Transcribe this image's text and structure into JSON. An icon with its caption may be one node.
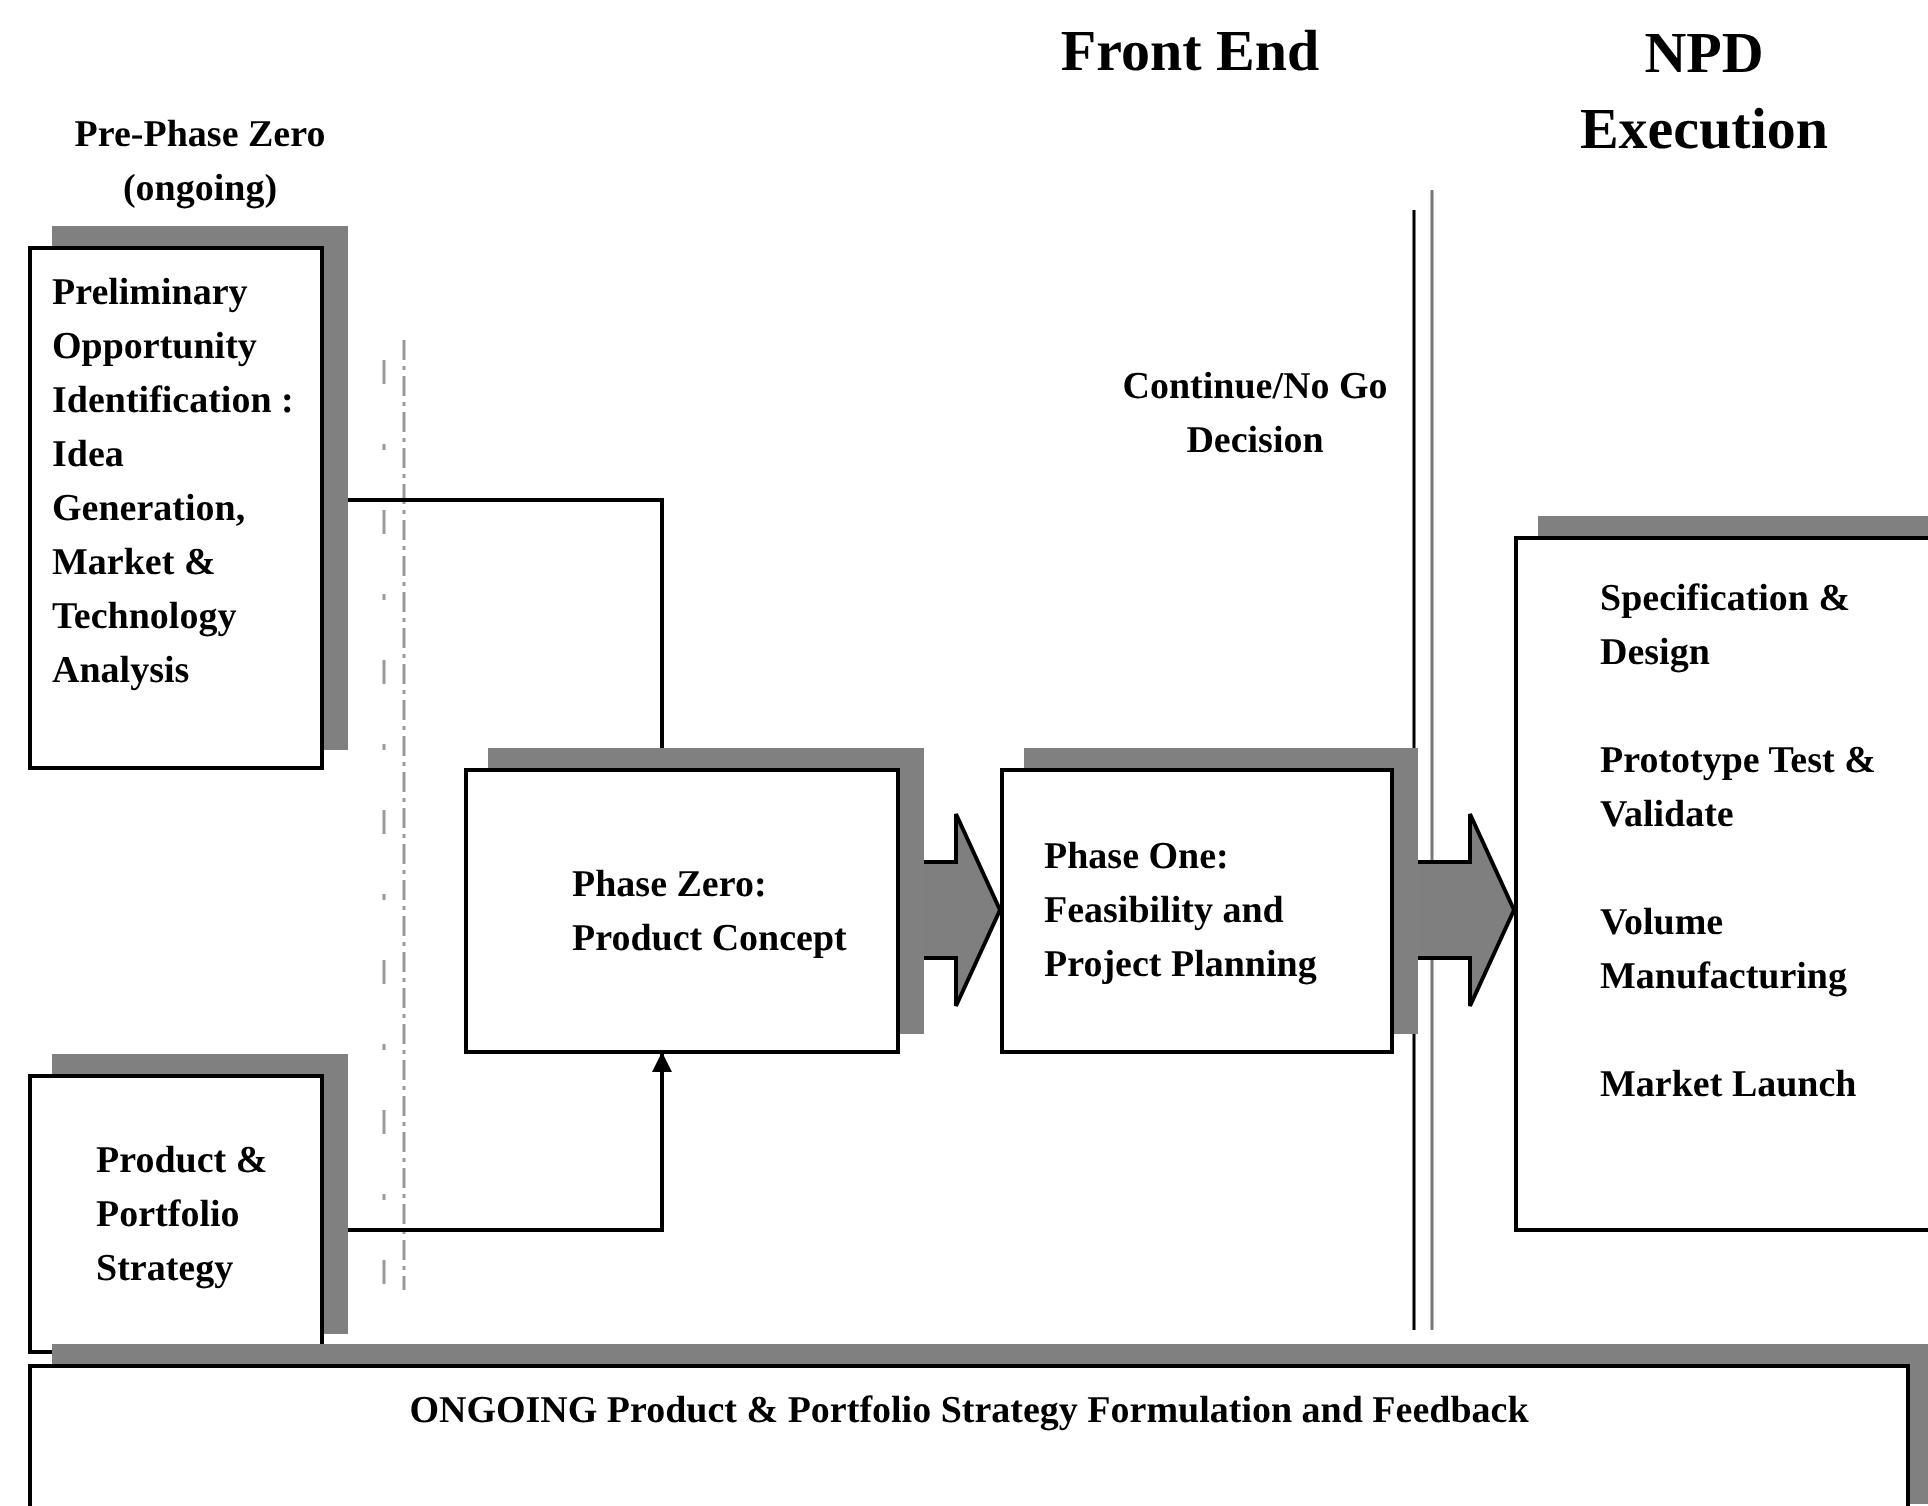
{
  "diagram": {
    "nodes": [
      {
        "text": [
          "Preliminary Opportunity Identification :",
          "Idea Generation, Market & Technology Analysis"
        ],
        "beside": [
          "Pre-Phase Zero (ongoing)"
        ]
      },
      {
        "text": [
          "Product & Portfolio Strategy"
        ]
      },
      {
        "text": [
          "Phase Zero: Product Concept"
        ]
      },
      {
        "text": [
          "Phase One: Feasibility and Project Planning"
        ]
      },
      {
        "text": [
          "Specification & Design",
          "Prototype Test & Validate",
          "Volume Manufacturing",
          "Market Launch"
        ]
      },
      {
        "text": [
          "ONGOING Product & Portfolio Strategy Formulation and Feedback"
        ]
      }
    ],
    "edges": [
      {
        "from": 0,
        "to": 2,
        "arrow": "to"
      },
      {
        "from": 1,
        "to": 2,
        "arrow": "to"
      },
      {
        "from": 2,
        "to": 3,
        "arrow": "to",
        "style": "thick"
      },
      {
        "from": 3,
        "to": 4,
        "arrow": "to",
        "style": "thick"
      }
    ],
    "labels": [
      "Front End",
      "NPD Execution",
      "Continue/No Go Decision"
    ]
  }
}
